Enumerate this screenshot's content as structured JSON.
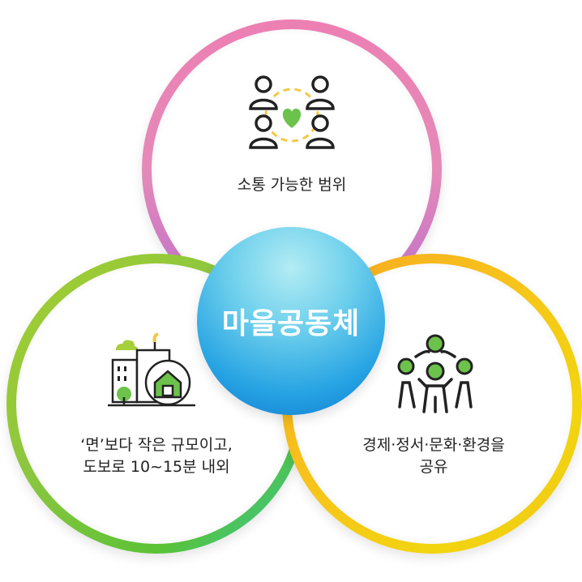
{
  "center": {
    "title": "마을공동체"
  },
  "circles": [
    {
      "id": "top",
      "label": "소통 가능한 범위",
      "icon": "people-heart-icon",
      "ring_colors": [
        "#ec7fb3",
        "#b86cd0"
      ]
    },
    {
      "id": "left",
      "label_line1": "‘면’보다 작은 규모이고,",
      "label_line2": "도보로 10~15분 내외",
      "icon": "village-house-icon",
      "ring_colors": [
        "#8cc63f",
        "#2cc7b0"
      ]
    },
    {
      "id": "right",
      "label_line1": "경제·정서·문화·환경을",
      "label_line2": "공유",
      "icon": "community-group-icon",
      "ring_colors": [
        "#f6a623",
        "#f2d50f"
      ]
    }
  ],
  "colors": {
    "center": "#26a3e3",
    "icon_green": "#6cc24a",
    "icon_stroke": "#222222",
    "dash_yellow": "#f5c842"
  }
}
